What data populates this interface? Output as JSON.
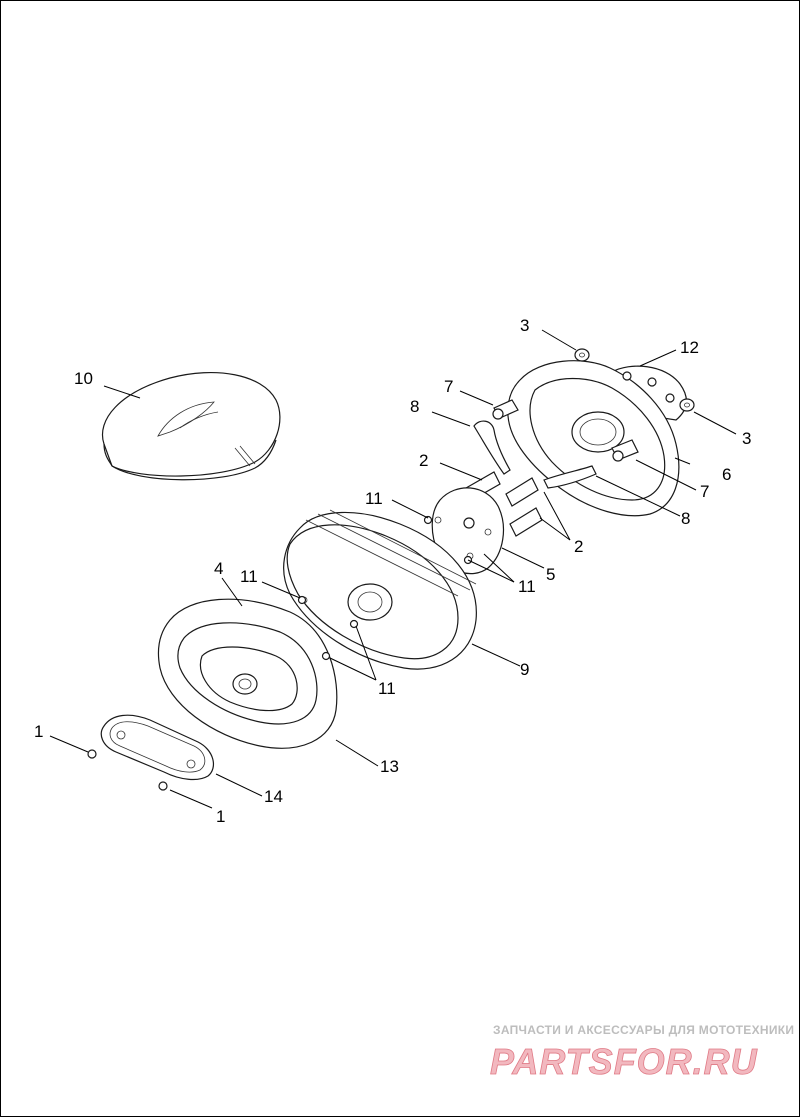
{
  "callouts": {
    "c1a": "1",
    "c1b": "1",
    "c2a": "2",
    "c2b": "2",
    "c3a": "3",
    "c3b": "3",
    "c4": "4",
    "c5": "5",
    "c6": "6",
    "c7a": "7",
    "c7b": "7",
    "c8a": "8",
    "c8b": "8",
    "c9": "9",
    "c10": "10",
    "c11a": "11",
    "c11b": "11",
    "c11c": "11",
    "c11d": "11",
    "c12": "12",
    "c13": "13",
    "c14": "14"
  },
  "watermark": {
    "caption": "ЗАПЧАСТИ И АКСЕССУАРЫ ДЛЯ МОТОТЕХНИКИ",
    "logo": "PARTSFOR.RU"
  },
  "colors": {
    "watermark_caption": "#bdbdbd",
    "watermark_logo_fill": "#f2b8bf",
    "watermark_logo_stroke": "#e07a86"
  }
}
